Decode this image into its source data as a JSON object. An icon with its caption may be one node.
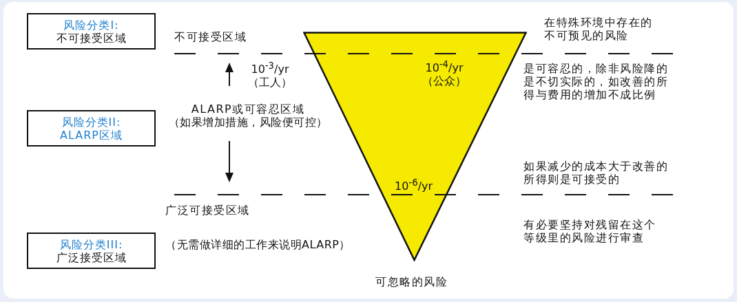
{
  "diagram": {
    "nodes": [
      {
        "text": [
          "风险分类I:",
          "不可接受区域"
        ]
      },
      {
        "text": [
          "风险分类II:",
          "ALARP区域"
        ]
      },
      {
        "text": [
          "风险分类III:",
          "广泛接受区域"
        ]
      },
      {
        "text": [
          "10$^{-4}$/yr （公众）",
          "10$^{-6}$/yr"
        ]
      }
    ],
    "edges": [],
    "labels": [
      "不可接受区域",
      "在特殊环境中存在的不可预见的风险",
      "10$^{-3}$/yr （工人）",
      "是可容忍的，除非风险降的是不切实际的，如改善的所得与费用的增加不成比例",
      "ALARP或可容忍区域",
      "（如果增加措施，风险便可控）",
      "如果减少的成本大于改善的所得则是可接受的",
      "广泛可接受区域",
      "有必要坚持对残留在这个等级里的风险进行审查",
      "（无需做详细的工作来说明ALARP）",
      "可忽略的风险"
    ]
  }
}
